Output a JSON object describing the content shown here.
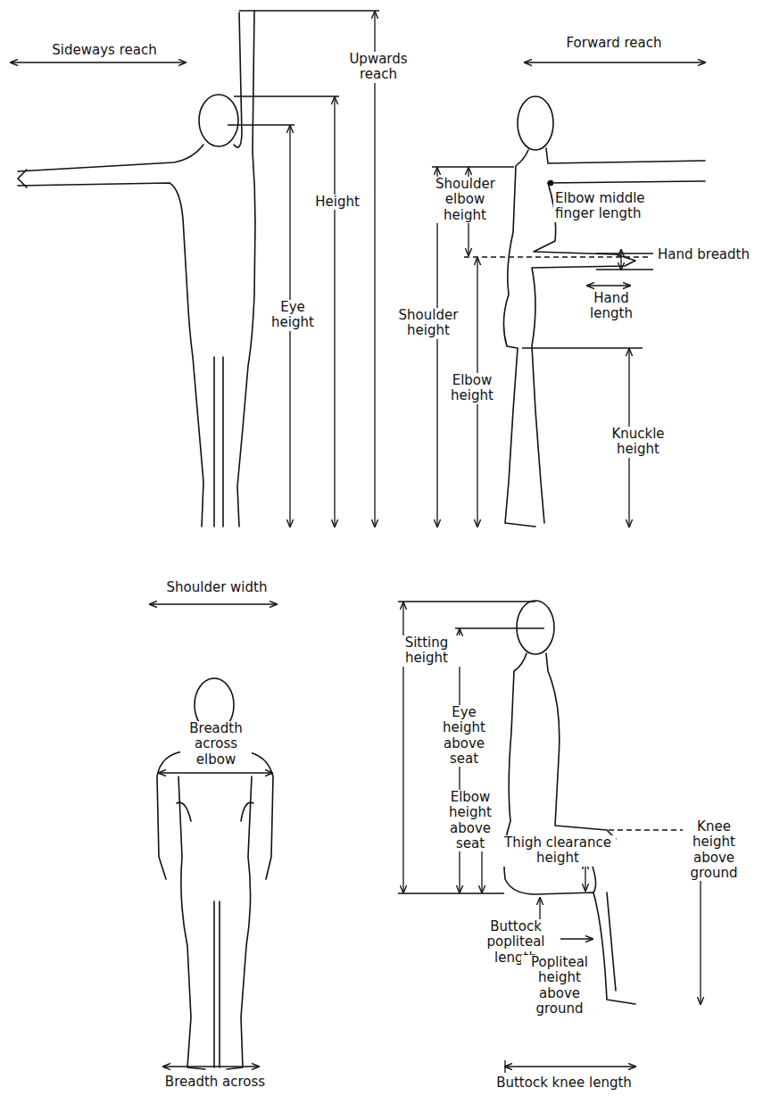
{
  "diagram": {
    "labels": [
      "Sideways reach",
      "Upwards reach",
      "Height",
      "Eye height",
      "Forward reach",
      "Shoulder elbow height",
      "Elbow middle finger length",
      "Hand breadth",
      "Hand length",
      "Shoulder height",
      "Elbow height",
      "Knuckle height",
      "Shoulder width",
      "Breadth across elbow",
      "Breadth across",
      "Sitting height",
      "Eye height above seat",
      "Elbow height above seat",
      "Thigh clearance height",
      "Knee height above ground",
      "Buttock popliteal length",
      "Popliteal height above ground",
      "Buttock knee length"
    ]
  }
}
